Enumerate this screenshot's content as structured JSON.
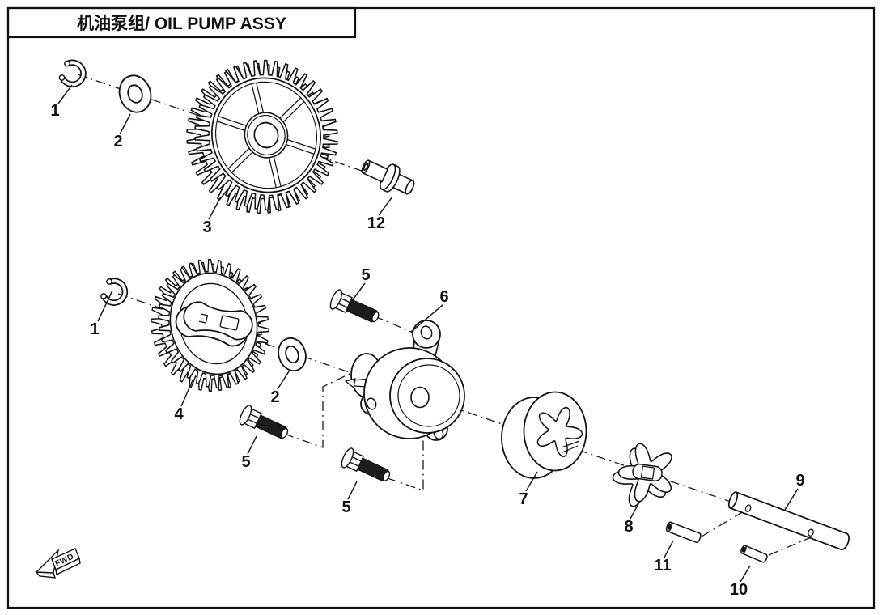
{
  "title": "机油泵组/ OIL PUMP ASSY",
  "direction_marker": "FWD",
  "callouts": [
    {
      "ref": "1"
    },
    {
      "ref": "2"
    },
    {
      "ref": "3"
    },
    {
      "ref": "12"
    },
    {
      "ref": "1"
    },
    {
      "ref": "4"
    },
    {
      "ref": "2"
    },
    {
      "ref": "5"
    },
    {
      "ref": "6"
    },
    {
      "ref": "5"
    },
    {
      "ref": "5"
    },
    {
      "ref": "7"
    },
    {
      "ref": "8"
    },
    {
      "ref": "9"
    },
    {
      "ref": "11"
    },
    {
      "ref": "10"
    }
  ],
  "line_color": "#1a1a1a"
}
